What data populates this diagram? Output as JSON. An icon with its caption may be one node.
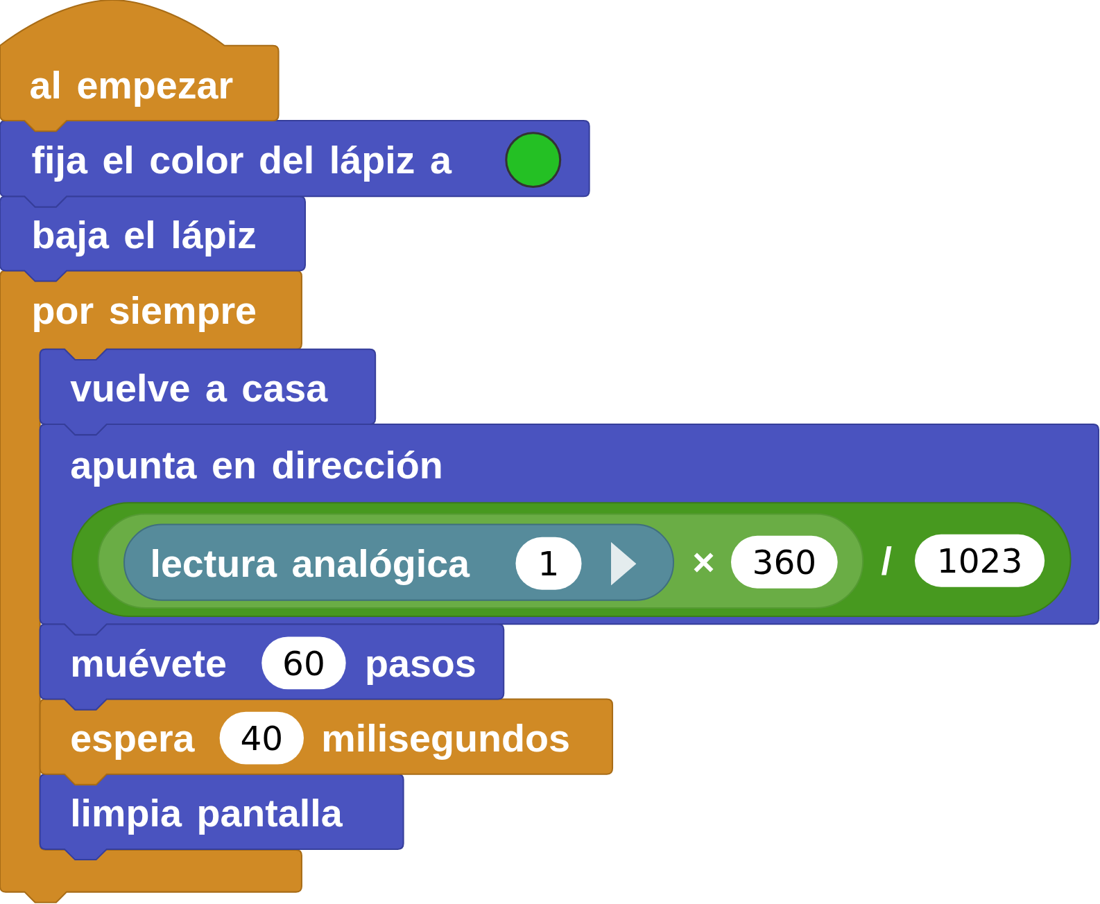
{
  "diagram": {
    "nodes": [
      {
        "text": [
          "al empezar"
        ]
      },
      {
        "text": [
          "fija el color del lápiz a"
        ]
      },
      {
        "text": [],
        "shape": "circle",
        "in": 1
      },
      {
        "text": [
          "baja el lápiz"
        ]
      },
      {
        "text": [
          "por siempre"
        ]
      },
      {
        "text": [
          "vuelve a casa"
        ]
      },
      {
        "text": [
          "apunta en dirección"
        ]
      },
      {
        "text": [
          "/"
        ],
        "in": 6
      },
      {
        "text": [
          "×"
        ],
        "in": 7
      },
      {
        "text": [
          "lectura analógica"
        ],
        "in": 8
      },
      {
        "text": [
          "1"
        ],
        "in": 9
      },
      {
        "text": [
          "360"
        ],
        "in": 8
      },
      {
        "text": [
          "1023"
        ],
        "in": 7
      },
      {
        "text": [
          "muévete",
          "pasos"
        ]
      },
      {
        "text": [
          "60"
        ],
        "in": 13
      },
      {
        "text": [
          "espera",
          "milisegundos"
        ]
      },
      {
        "text": [
          "40"
        ],
        "in": 15
      },
      {
        "text": [
          "limpia pantalla"
        ]
      }
    ]
  }
}
